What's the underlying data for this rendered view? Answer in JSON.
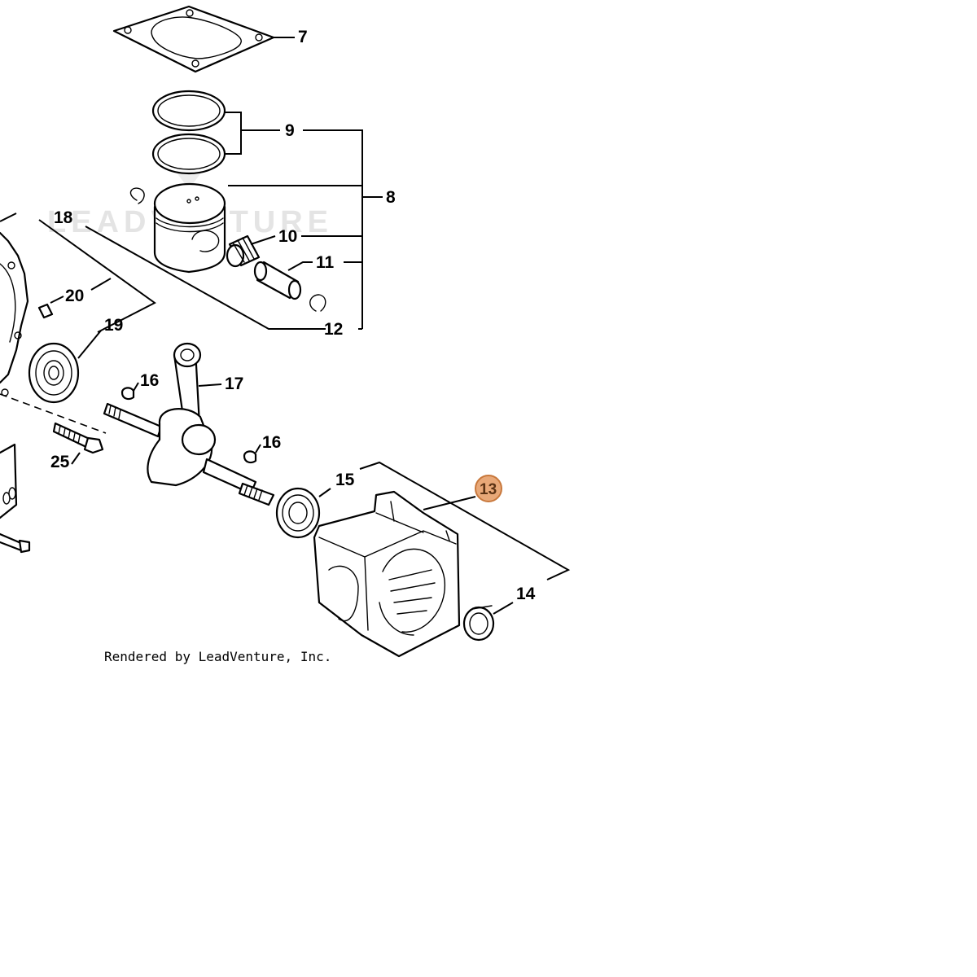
{
  "diagram": {
    "callouts": {
      "c7": "7",
      "c9": "9",
      "c8": "8",
      "c18": "18",
      "c10": "10",
      "c11": "11",
      "c20": "20",
      "c19": "19",
      "c12": "12",
      "c16a": "16",
      "c17": "17",
      "c16b": "16",
      "c25": "25",
      "c15": "15",
      "c13": "13",
      "c14": "14"
    },
    "highlight": {
      "callout": "13",
      "fill": "#e8a878",
      "stroke": "#c8783c"
    },
    "watermark": "LEADVENTURE",
    "credit": "Rendered by LeadVenture, Inc."
  }
}
